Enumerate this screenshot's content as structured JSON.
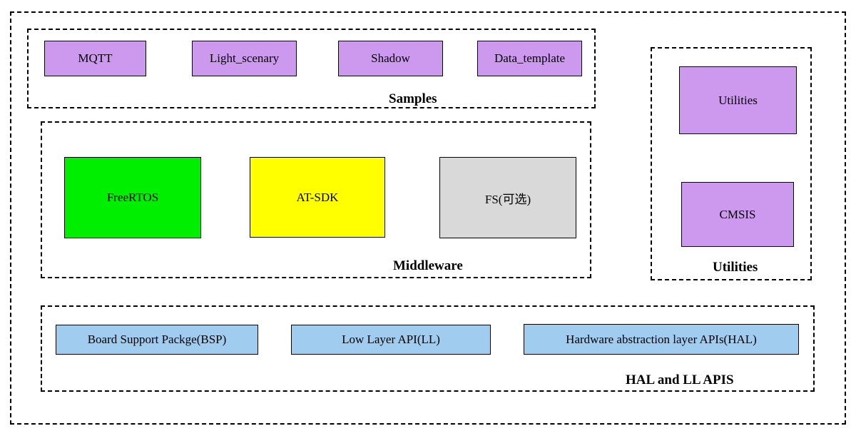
{
  "diagram": {
    "samples": {
      "label": "Samples",
      "items": [
        {
          "label": "MQTT"
        },
        {
          "label": "Light_scenary"
        },
        {
          "label": "Shadow"
        },
        {
          "label": "Data_template"
        }
      ],
      "node_color": "#cc99ee"
    },
    "middleware": {
      "label": "Middleware",
      "items": [
        {
          "label": "FreeRTOS",
          "color": "#00ee00"
        },
        {
          "label": "AT-SDK",
          "color": "#ffff00"
        },
        {
          "label": "FS(可选)",
          "color": "#d9d9d9"
        }
      ]
    },
    "utilities": {
      "label": "Utilities",
      "items": [
        {
          "label": "Utilities"
        },
        {
          "label": "CMSIS"
        }
      ],
      "node_color": "#cc99ee"
    },
    "hal": {
      "label": "HAL and LL APIS",
      "items": [
        {
          "label": "Board Support Packge(BSP)"
        },
        {
          "label": "Low Layer API(LL)"
        },
        {
          "label": "Hardware abstraction layer APIs(HAL)"
        }
      ],
      "node_color": "#a0ccf0"
    },
    "colors": {
      "border": "#000000",
      "background": "#ffffff"
    }
  }
}
